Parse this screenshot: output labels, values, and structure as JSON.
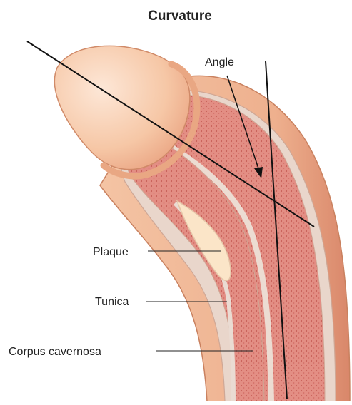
{
  "title": "Curvature",
  "labels": {
    "angle": "Angle",
    "plaque": "Plaque",
    "tunica": "Tunica",
    "corpus": "Corpus cavernosa"
  },
  "colors": {
    "skin": "#f0b896",
    "skin_dark": "#d88e6c",
    "glans": "#f6cdb2",
    "tunica": "#e9d8cf",
    "corpus": "#e08a80",
    "corpus_dots": "#c9645d",
    "plaque": "#fbe3c4",
    "line": "#111111"
  }
}
